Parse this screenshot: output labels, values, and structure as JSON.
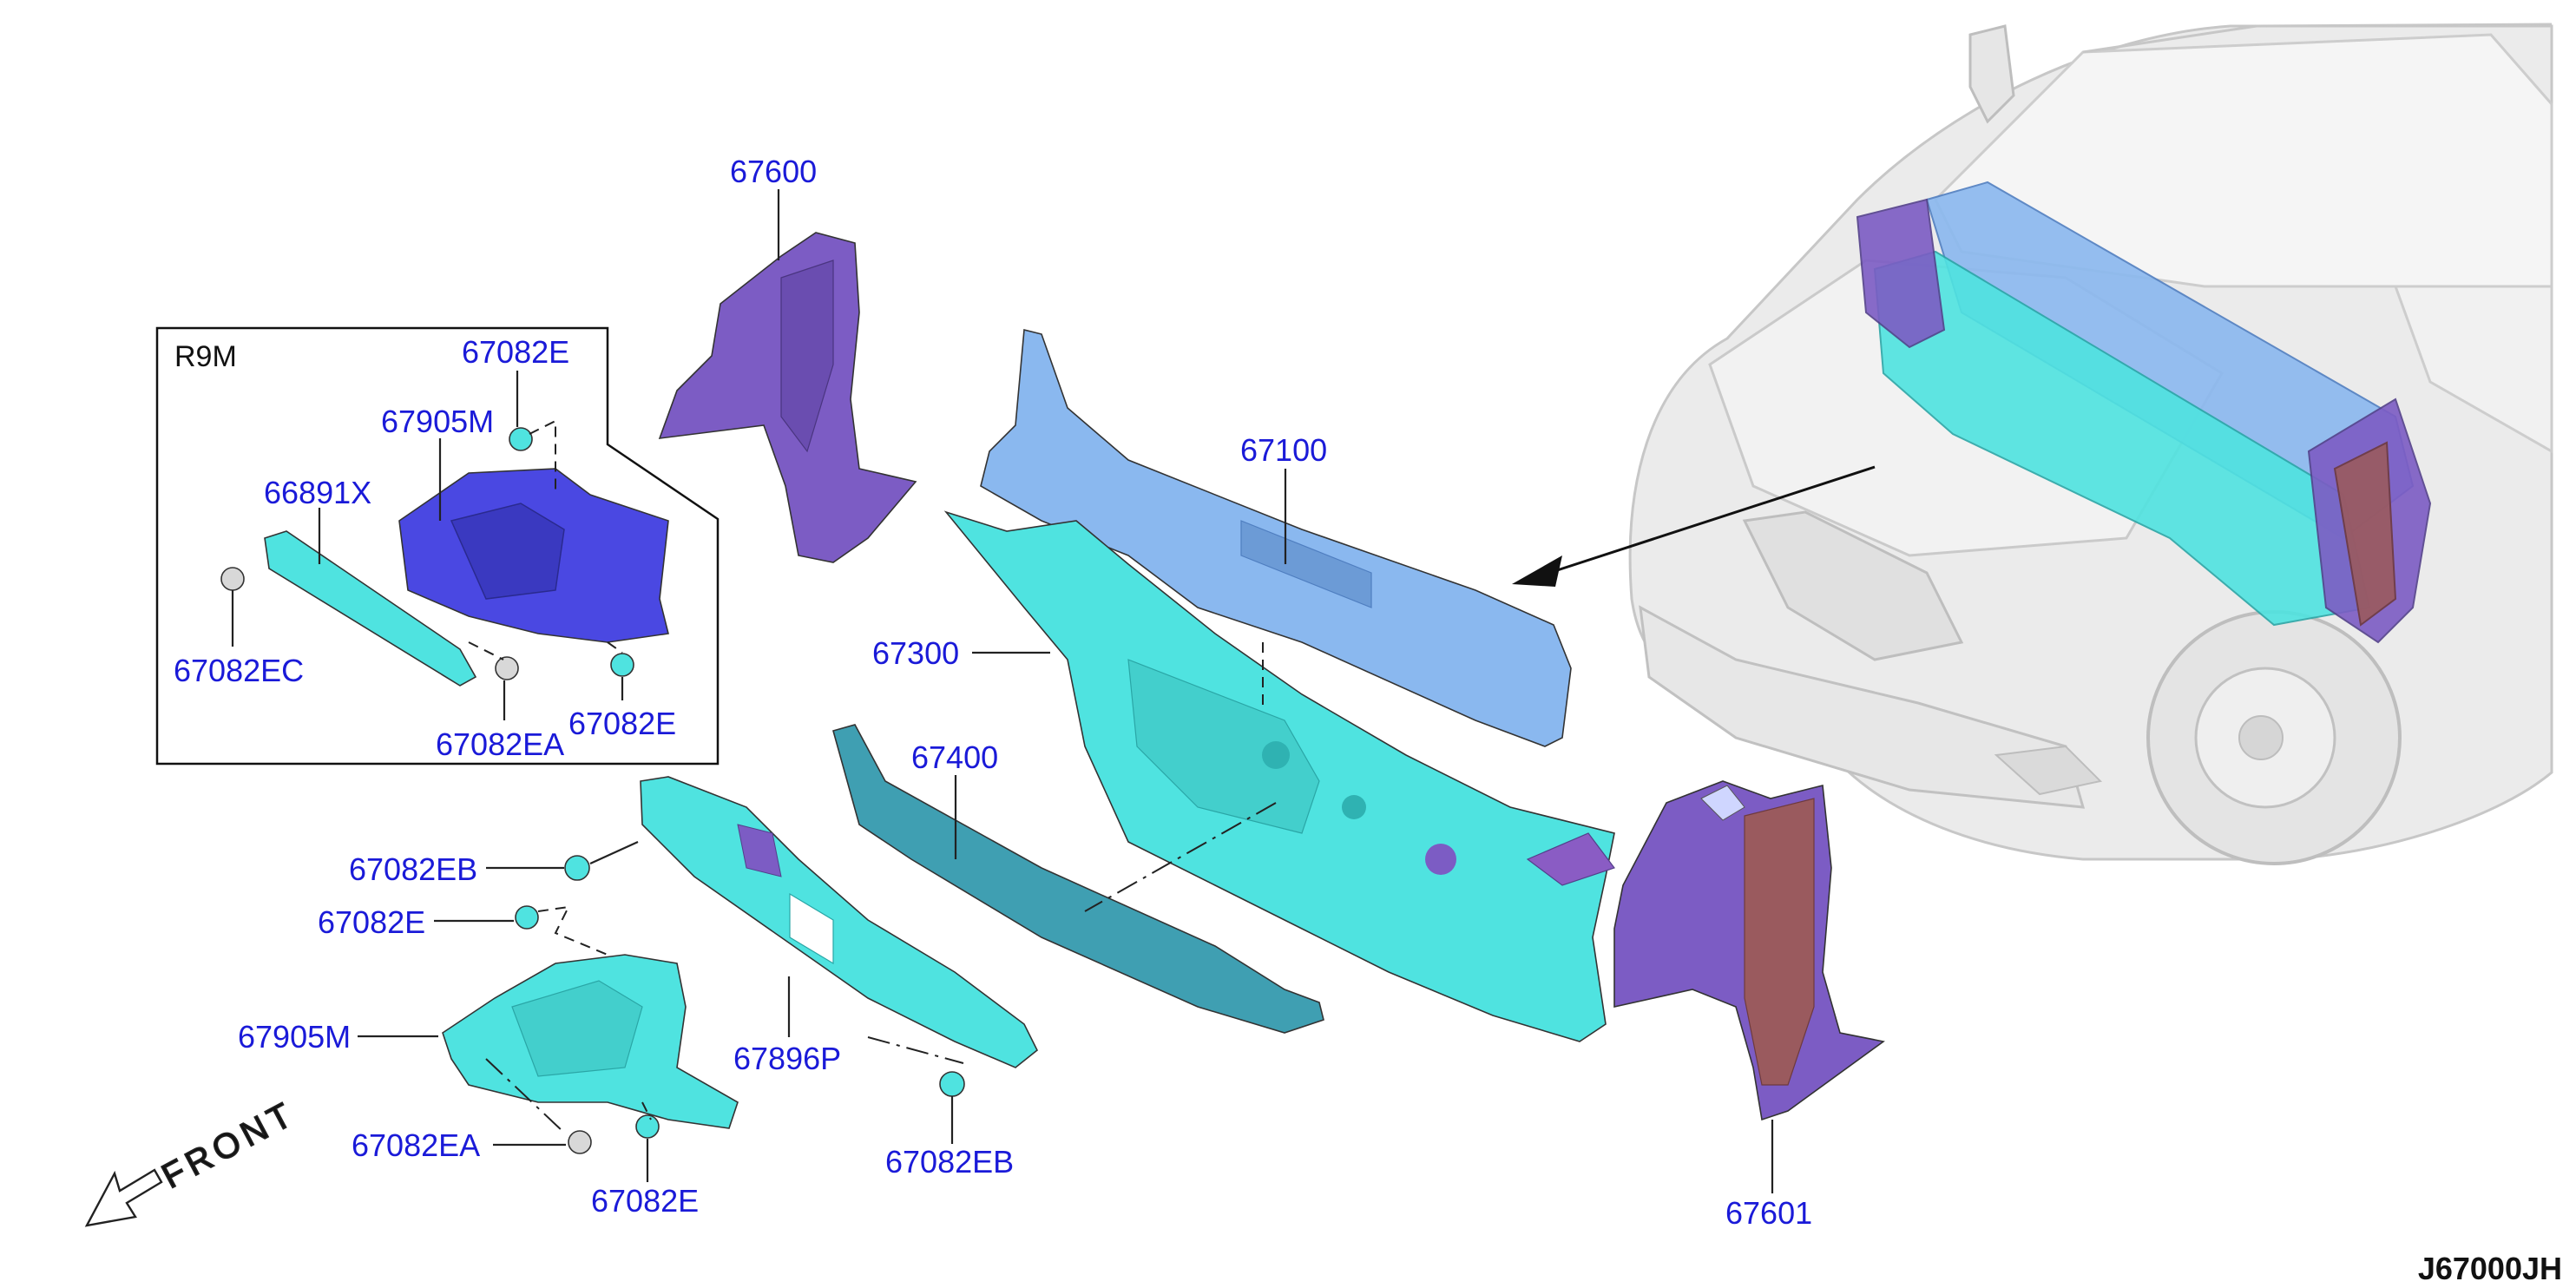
{
  "diagram": {
    "code": "J67000JH",
    "inset_label": "R9M",
    "front_label": "FRONT"
  },
  "labels": {
    "l67600": "67600",
    "l67100": "67100",
    "l67300": "67300",
    "l67400": "67400",
    "l67601": "67601",
    "l67896P": "67896P",
    "l67905M": "67905M",
    "l67082EB_a": "67082EB",
    "l67082E_a": "67082E",
    "l67082EA": "67082EA",
    "l67082E_b": "67082E",
    "l67082EB_b": "67082EB",
    "i67082E_top": "67082E",
    "i67905M": "67905M",
    "i66891X": "66891X",
    "i67082EC": "67082EC",
    "i67082EA": "67082EA",
    "i67082E_bot": "67082E"
  },
  "colors": {
    "cyan": "#4fe3e0",
    "light_blue": "#8ab8ef",
    "purple": "#7c5cc4",
    "royal_blue": "#4a48e2",
    "teal_steel": "#3f9fb2",
    "brown": "#9a5a5e",
    "label_blue": "#1a1ad8"
  }
}
